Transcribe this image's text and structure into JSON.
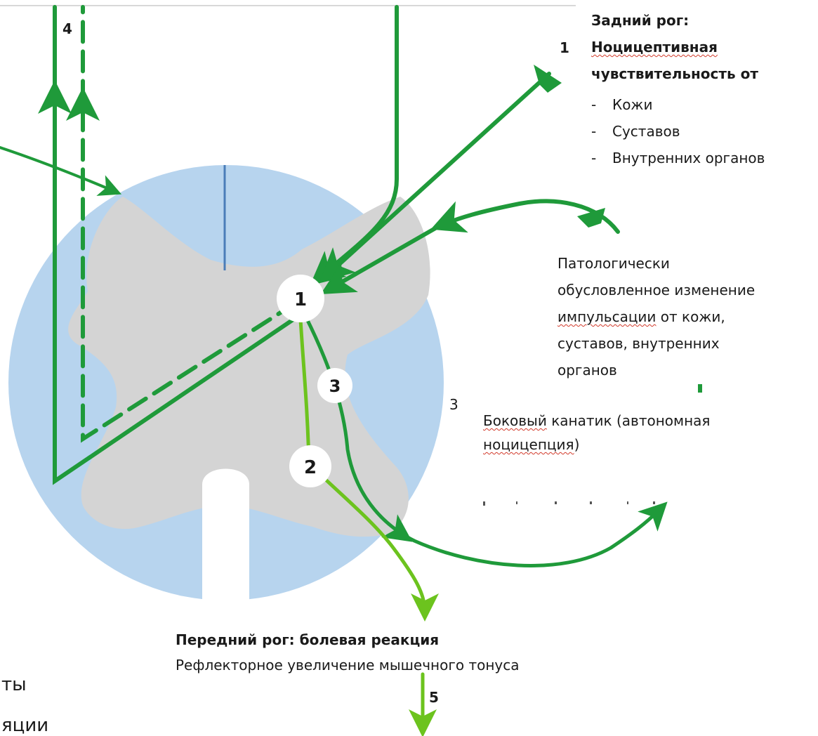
{
  "colors": {
    "cord_white_matter": "#b7d4ee",
    "cord_gray_matter": "#d4d4d4",
    "pathway_dark_green": "#1f9a3a",
    "pathway_light_green": "#6cc31e",
    "midline_blue": "#4a7cb8",
    "text": "#1a1a1a"
  },
  "markers": {
    "node_1": "1",
    "node_2": "2",
    "node_3": "3",
    "path_4": "4",
    "path_5": "5"
  },
  "dorsal_horn": {
    "number": "1",
    "heading": "Задний рог:",
    "subheading_part1": "Ноцицептивная",
    "subheading_part2": "чувствительность от",
    "items": [
      "Кожи",
      "Суставов",
      "Внутренних органов"
    ]
  },
  "pathological": {
    "line1": "Патологически",
    "line2": "обусловленное изменение",
    "line3_underlined": "импульсации",
    "line3_rest": " от кожи,",
    "line4": "суставов, внутренних",
    "line5": "органов"
  },
  "lateral_funiculus": {
    "number": "3",
    "line1_underlined": "Боковый",
    "line1_rest": " канатик (автономная",
    "line2_underlined": "ноцицепция",
    "line2_rest": ")"
  },
  "anterior_horn": {
    "heading": "Передний рог: болевая реакция",
    "description": "Рефлекторное увеличение мышечного тонуса"
  },
  "cut_off_text": {
    "line1": "ты",
    "line2": "яции"
  }
}
